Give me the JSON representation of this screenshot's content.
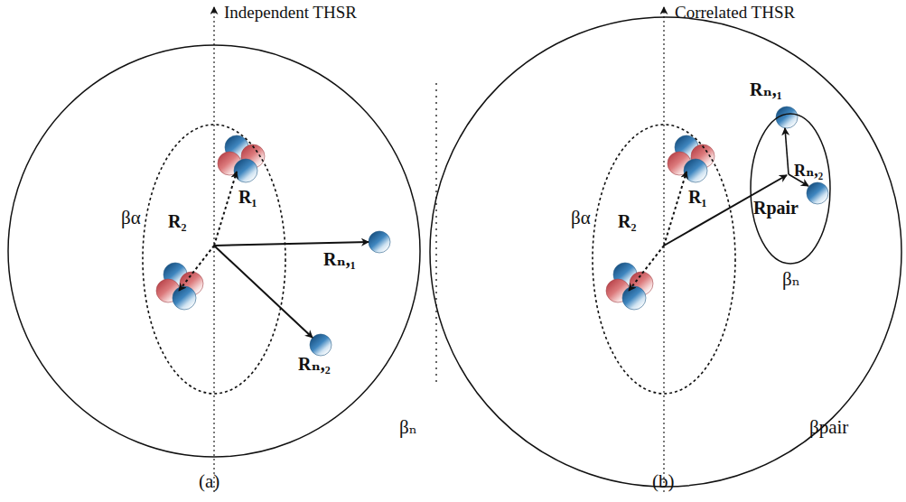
{
  "diagram": {
    "nodes": [
      {
        "text": [
          "βₙ"
        ]
      },
      {
        "text": [
          "βα"
        ],
        "in": 0
      },
      {
        "text": [
          "βpair"
        ]
      },
      {
        "text": [
          "βα"
        ],
        "in": 2
      },
      {
        "text": [
          "βₙ"
        ],
        "in": 2
      }
    ],
    "labels": [
      "Independent THSR",
      "Correlated THSR",
      "R₁",
      "R₂",
      "Rₙ,₁",
      "Rₙ,₂",
      "(a)",
      "R₁",
      "R₂",
      "Rₙ,₁",
      "Rₙ,₂",
      "Rpair",
      "(b)"
    ]
  }
}
